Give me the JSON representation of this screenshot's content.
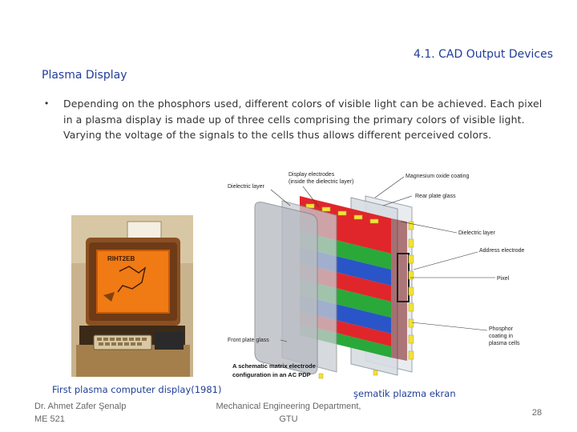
{
  "header": {
    "title": "4.1. CAD Output Devices"
  },
  "slide": {
    "subtitle": "Plasma Display",
    "bullet_symbol": "•",
    "body": "Depending on the phosphors used, different colors of visible light can be achieved. Each pixel in a plasma display is made up of three cells comprising the primary colors of visible light. Varying the voltage of the signals to the cells thus allows different perceived colors."
  },
  "figures": {
    "photo_caption": "First plasma computer display(1981)",
    "schematic_caption": "şematik plazma ekran",
    "photo_screen_text": "RIHT2EB",
    "diagram_labels": {
      "display_electrodes": "Display electrodes",
      "display_electrodes_sub": "(inside the dielectric layer)",
      "dielectric_layer_top": "Dielectric layer",
      "magnesium_coating": "Magnesium oxide coating",
      "rear_plate": "Rear plate glass",
      "dielectric_layer_right": "Dielectric layer",
      "address_electrode": "Address electrode",
      "pixel": "Pixel",
      "phosphor_1": "Phosphor",
      "phosphor_2": "coating in",
      "phosphor_3": "plasma cells",
      "front_plate": "Front plate glass",
      "schematic_title_1": "A schematic matrix electrode",
      "schematic_title_2": "configuration in an AC PDP"
    },
    "colors": {
      "red_cell": "#e0262a",
      "green_cell": "#2aa83a",
      "blue_cell": "#2a55c8",
      "electrode": "#f2e23a",
      "title_blue": "#1f3d99"
    }
  },
  "footer": {
    "author": "Dr. Ahmet Zafer Şenalp",
    "course": "ME 521",
    "department_1": "Mechanical Engineering Department,",
    "department_2": "GTU",
    "page_number": "28"
  }
}
